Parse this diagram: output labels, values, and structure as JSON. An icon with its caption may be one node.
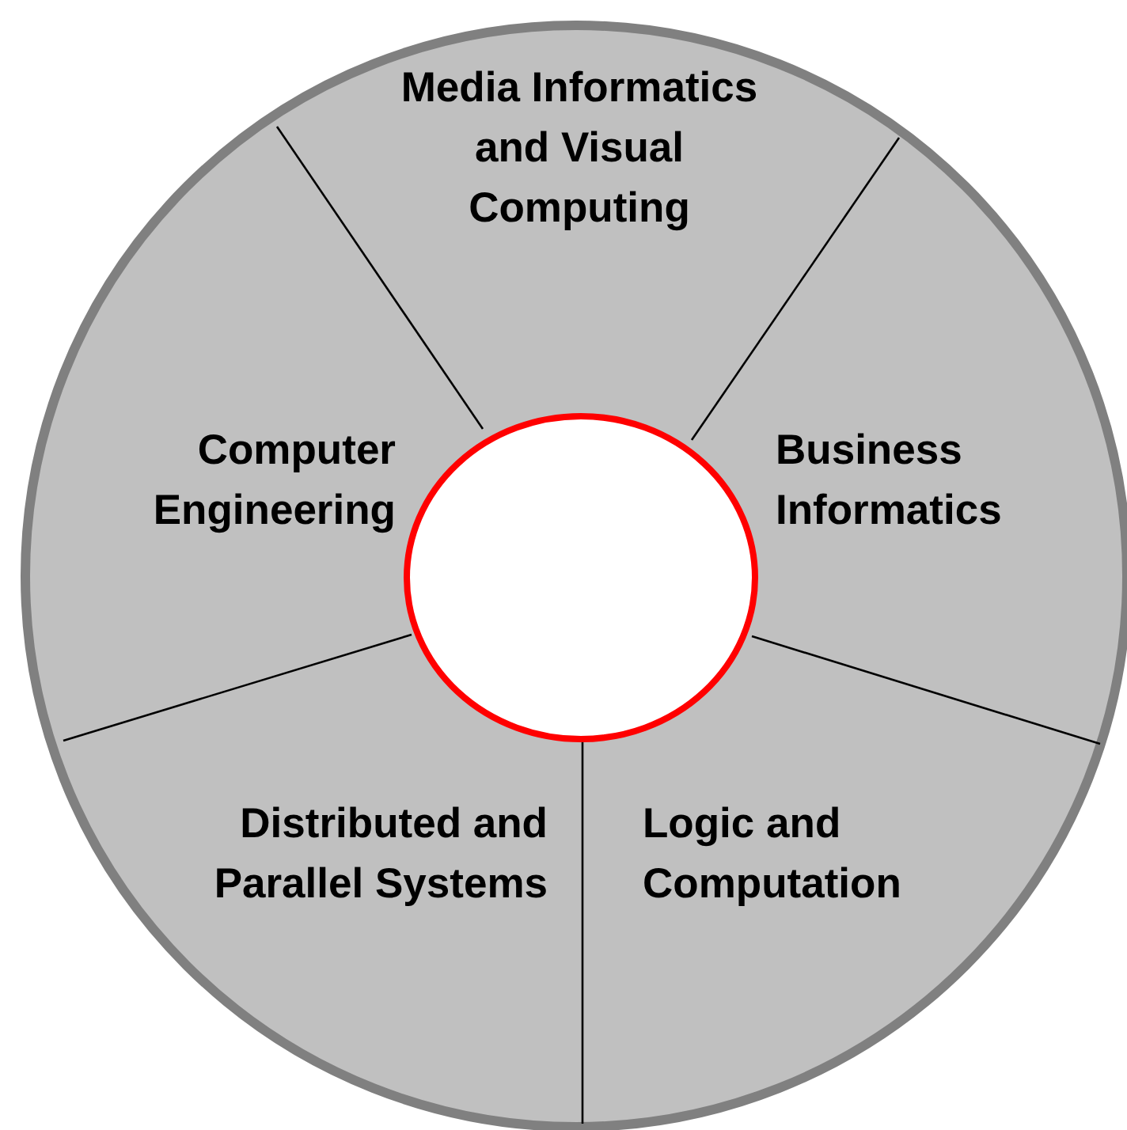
{
  "diagram": {
    "nodes": [
      {
        "text": [
          "Media Informatics and Visual Computing"
        ]
      },
      {
        "text": [
          "Computer Engineering"
        ]
      },
      {
        "text": [
          "Business Informatics"
        ]
      },
      {
        "text": [
          "Distributed and Parallel Systems"
        ]
      },
      {
        "text": [
          "Logic and Computation"
        ]
      },
      {
        "text": [],
        "shape": "circle"
      }
    ]
  }
}
